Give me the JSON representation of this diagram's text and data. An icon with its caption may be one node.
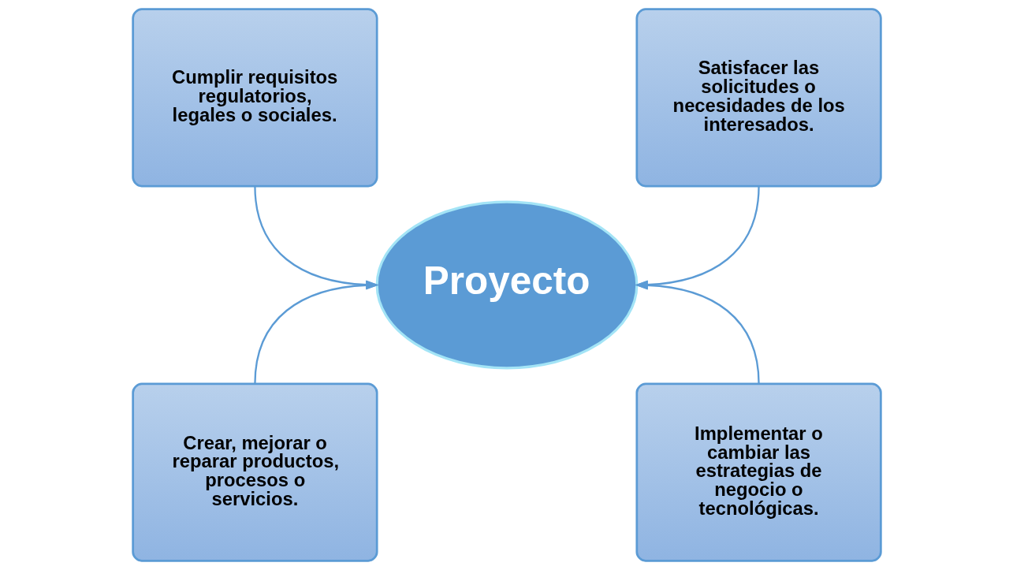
{
  "diagram": {
    "nodes": [
      {
        "text": [
          "Cumplir requisitos regulatorios, legales o sociales."
        ]
      },
      {
        "text": [
          "Satisfacer las solicitudes o necesidades de los interesados."
        ]
      },
      {
        "text": [
          "Proyecto"
        ]
      },
      {
        "text": [
          "Crear, mejorar o reparar productos, procesos o servicios."
        ]
      },
      {
        "text": [
          "Implementar o cambiar las estrategias de negocio o tecnológicas."
        ]
      }
    ],
    "edges": [
      {
        "from": 0,
        "to": 2,
        "arrow": "to"
      },
      {
        "from": 1,
        "to": 2,
        "arrow": "to"
      },
      {
        "from": 3,
        "to": 2,
        "arrow": "to"
      },
      {
        "from": 4,
        "to": 2,
        "arrow": "to"
      }
    ]
  }
}
